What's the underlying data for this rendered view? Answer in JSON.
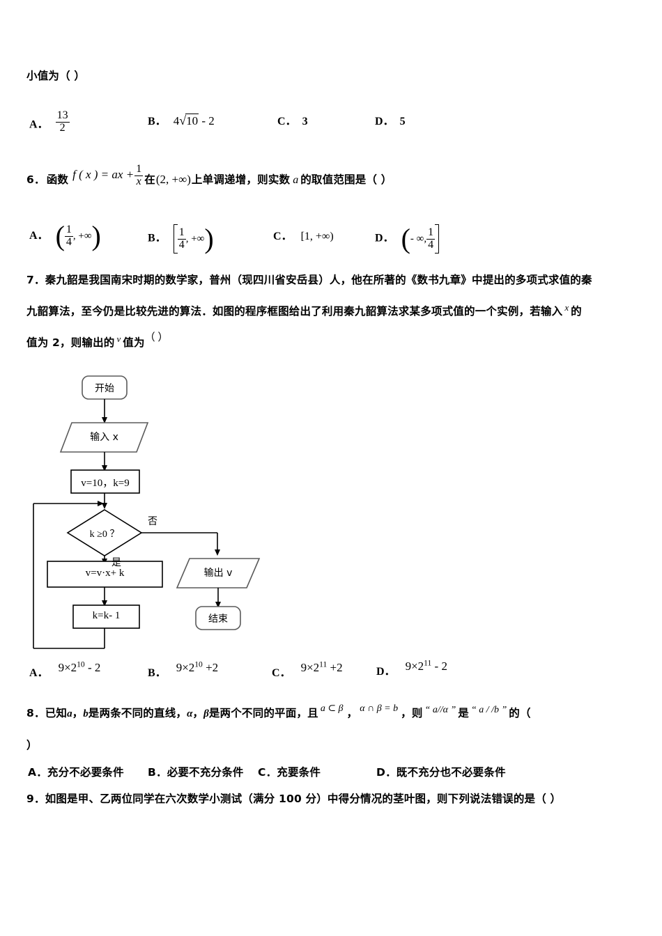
{
  "document": {
    "type": "math-exam-paper",
    "language": "zh-CN"
  },
  "q5_tail": {
    "stem": "小值为（   ）",
    "options": [
      {
        "label": "A．",
        "kind": "fraction",
        "num": "13",
        "den": "2"
      },
      {
        "label": "B．",
        "kind": "sqrt-expr",
        "coef": "4",
        "radicand": "10",
        "tail": "- 2"
      },
      {
        "label": "C．",
        "kind": "plain",
        "text": "3"
      },
      {
        "label": "D．",
        "kind": "plain",
        "text": "5"
      }
    ]
  },
  "q6": {
    "number": "6．",
    "lead": "函数",
    "func_lhs": "f ( x ) = ax +",
    "func_frac_num": "1",
    "func_frac_den": "x",
    "mid": "在",
    "domain": "(2, +∞)",
    "tail": "上单调递增，则实数",
    "var": "a",
    "tail2": "的取值范围是（   ）",
    "options": [
      {
        "label": "A．",
        "open": "(",
        "num": "1",
        "den": "4",
        "rest": ", +∞",
        "close": ")"
      },
      {
        "label": "B．",
        "open": "[",
        "num": "1",
        "den": "4",
        "rest": ", +∞",
        "close": ")"
      },
      {
        "label": "C．",
        "plain": "[1, +∞)"
      },
      {
        "label": "D．",
        "open": "(",
        "lead": "- ∞,",
        "num": "1",
        "den": "4",
        "close": "]"
      }
    ]
  },
  "q7": {
    "number": "7．",
    "line1": "秦九韶是我国南宋时期的数学家，普州（现四川省安岳县）人，他在所著的《数书九章》中提出的多项式求值的秦",
    "line2a": "九韶算法，至今仍是比较先进的算法．如图的程序框图给出了利用秦九韶算法求某多项式值的一个实例，若输入",
    "line2_var": "x",
    "line2b": "的",
    "line3a": "值为 2，则输出的",
    "line3_var": "v",
    "line3b": "值为",
    "line3_paren": "（      ）",
    "flowchart": {
      "nodes": [
        {
          "id": "start",
          "shape": "rounded",
          "text": "开始"
        },
        {
          "id": "input",
          "shape": "parallelogram",
          "text": "输入 x"
        },
        {
          "id": "init",
          "shape": "rectangle",
          "text": "v=10，k=9"
        },
        {
          "id": "cond",
          "shape": "diamond",
          "text": "k ≥0 ？"
        },
        {
          "id": "process",
          "shape": "rectangle",
          "text": "v=v·x+ k"
        },
        {
          "id": "decr",
          "shape": "rectangle",
          "text": "k=k- 1"
        },
        {
          "id": "output",
          "shape": "parallelogram",
          "text": "输出 v"
        },
        {
          "id": "end",
          "shape": "rounded",
          "text": "结束"
        }
      ],
      "branch_yes": "是",
      "branch_no": "否"
    },
    "options": [
      {
        "label": "A．",
        "base": "9×2",
        "exp": "10",
        "tail": "- 2"
      },
      {
        "label": "B．",
        "base": "9×2",
        "exp": "10",
        "tail": "+2"
      },
      {
        "label": "C．",
        "base": "9×2",
        "exp": "11",
        "tail": "+2"
      },
      {
        "label": "D．",
        "base": "9×2",
        "exp": "11",
        "tail": "- 2"
      }
    ]
  },
  "q8": {
    "number": "8．",
    "text_a": "已知",
    "var_a": "a",
    "text_b": "，",
    "var_b": "b",
    "text_c": "是两条不同的直线，",
    "var_alpha": "α",
    "text_d": "，",
    "var_beta": "β",
    "text_e": "是两个不同的平面，且",
    "cond1": "a ⊂ β",
    "comma": "，",
    "cond2": "α ∩ β = b",
    "text_f": "，则",
    "quote1": "“ a//α ”",
    "text_g": "是",
    "quote2": "“ a / /b ”",
    "text_h": "的（",
    "line2": "）",
    "options": [
      {
        "label": "A．",
        "text": "充分不必要条件"
      },
      {
        "label": "B．",
        "text": "必要不充分条件"
      },
      {
        "label": "C．",
        "text": "充要条件"
      },
      {
        "label": "D．",
        "text": "既不充分也不必要条件"
      }
    ]
  },
  "q9": {
    "number": "9．",
    "text": "如图是甲、乙两位同学在六次数学小测试（满分 100 分）中得分情况的茎叶图，则下列说法错误的是（   ）"
  },
  "colors": {
    "ink": "#000000",
    "page": "#ffffff",
    "shape_stroke": "#595959"
  }
}
